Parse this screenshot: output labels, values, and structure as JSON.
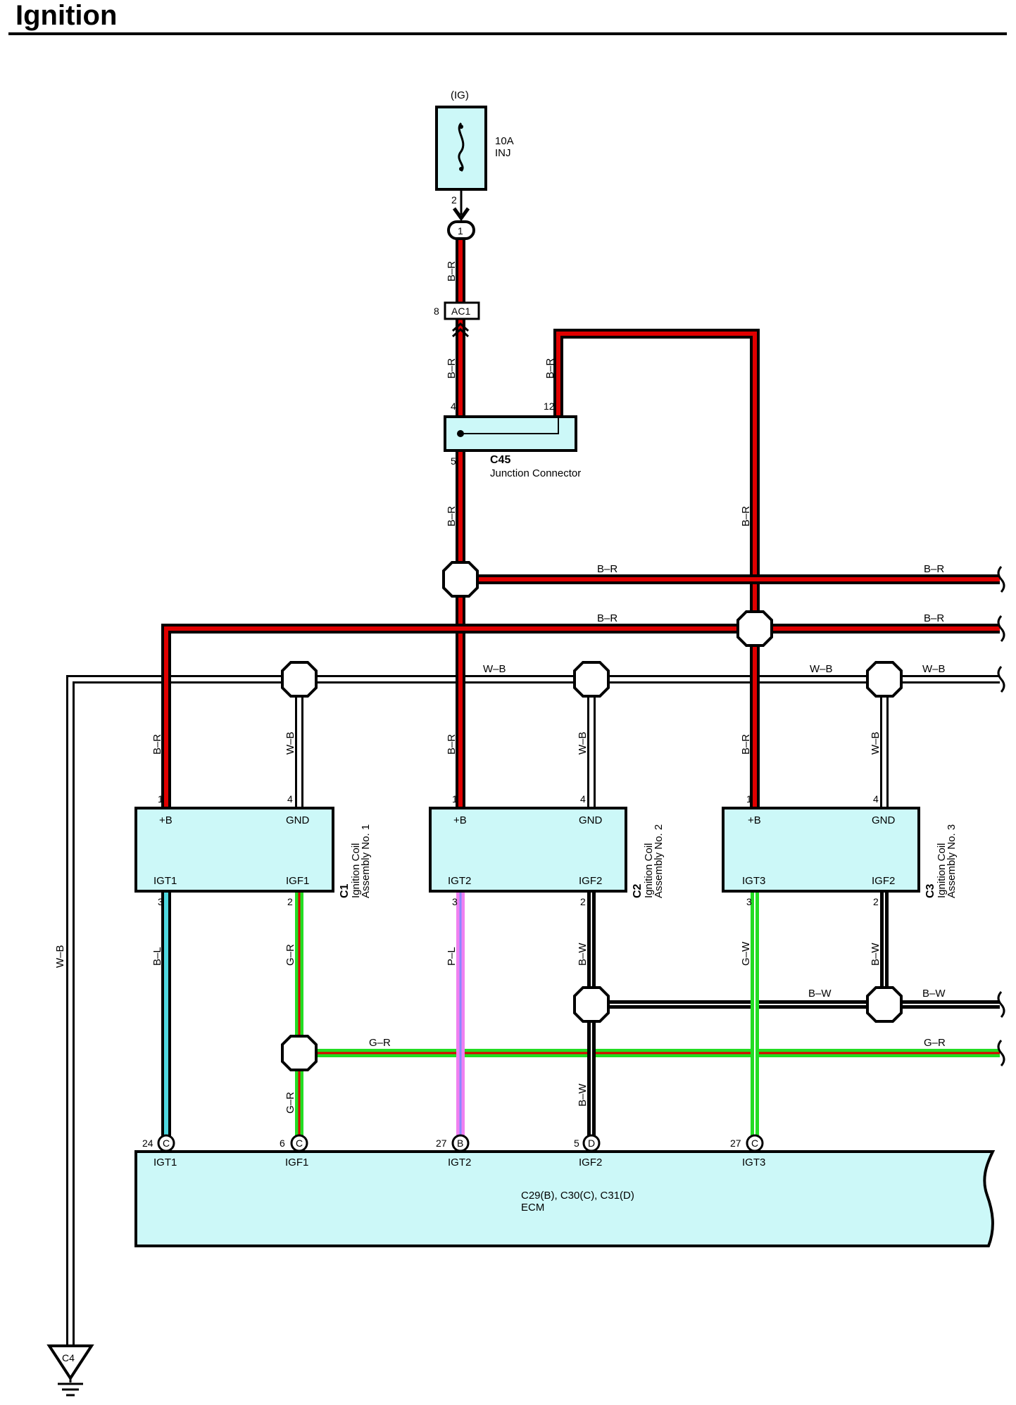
{
  "title": "Ignition",
  "colors": {
    "B-R": "#e00000",
    "W-B": "#ffffff",
    "B-L": "#4fd8e0",
    "G-R": "#e00000",
    "G-R_green": "#22dd22",
    "P-L": "#f080f0",
    "B-W": "#000000",
    "G-W": "#22dd22",
    "component_fill": "#ccf8f8"
  },
  "fuse": {
    "source": "(IG)",
    "rating": "10A",
    "name": "INJ",
    "pin": "2",
    "connector_pin": "1"
  },
  "ac1": {
    "pin": "8",
    "name": "AC1"
  },
  "junction": {
    "id": "C45",
    "name": "Junction Connector",
    "pin_in": "4",
    "pin_out": "5",
    "pin_aux": "12"
  },
  "wire_labels": {
    "b_r": "B–R",
    "w_b": "W–B",
    "b_l": "B–L",
    "g_r": "G–R",
    "p_l": "P–L",
    "b_w": "B–W",
    "g_w": "G–W"
  },
  "coils": [
    {
      "id": "C1",
      "name_line1": "Ignition Coil",
      "name_line2": "Assembly No. 1",
      "plus_b": "+B",
      "gnd": "GND",
      "igt": "IGT1",
      "igf": "IGF1",
      "pin_b": "1",
      "pin_gnd": "4",
      "pin_igt": "3",
      "pin_igf": "2"
    },
    {
      "id": "C2",
      "name_line1": "Ignition Coil",
      "name_line2": "Assembly No. 2",
      "plus_b": "+B",
      "gnd": "GND",
      "igt": "IGT2",
      "igf": "IGF2",
      "pin_b": "1",
      "pin_gnd": "4",
      "pin_igt": "3",
      "pin_igf": "2"
    },
    {
      "id": "C3",
      "name_line1": "Ignition Coil",
      "name_line2": "Assembly No. 3",
      "plus_b": "+B",
      "gnd": "GND",
      "igt": "IGT3",
      "igf": "IGF2",
      "pin_b": "1",
      "pin_gnd": "4",
      "pin_igt": "3",
      "pin_igf": "2"
    }
  ],
  "ecm": {
    "connectors": "C29(B), C30(C), C31(D)",
    "name": "ECM",
    "pins": [
      {
        "num": "24",
        "conn": "C",
        "label": "IGT1"
      },
      {
        "num": "6",
        "conn": "C",
        "label": "IGF1"
      },
      {
        "num": "27",
        "conn": "B",
        "label": "IGT2"
      },
      {
        "num": "5",
        "conn": "D",
        "label": "IGF2"
      },
      {
        "num": "27",
        "conn": "C",
        "label": "IGT3"
      }
    ]
  },
  "ground": {
    "id": "C4"
  }
}
